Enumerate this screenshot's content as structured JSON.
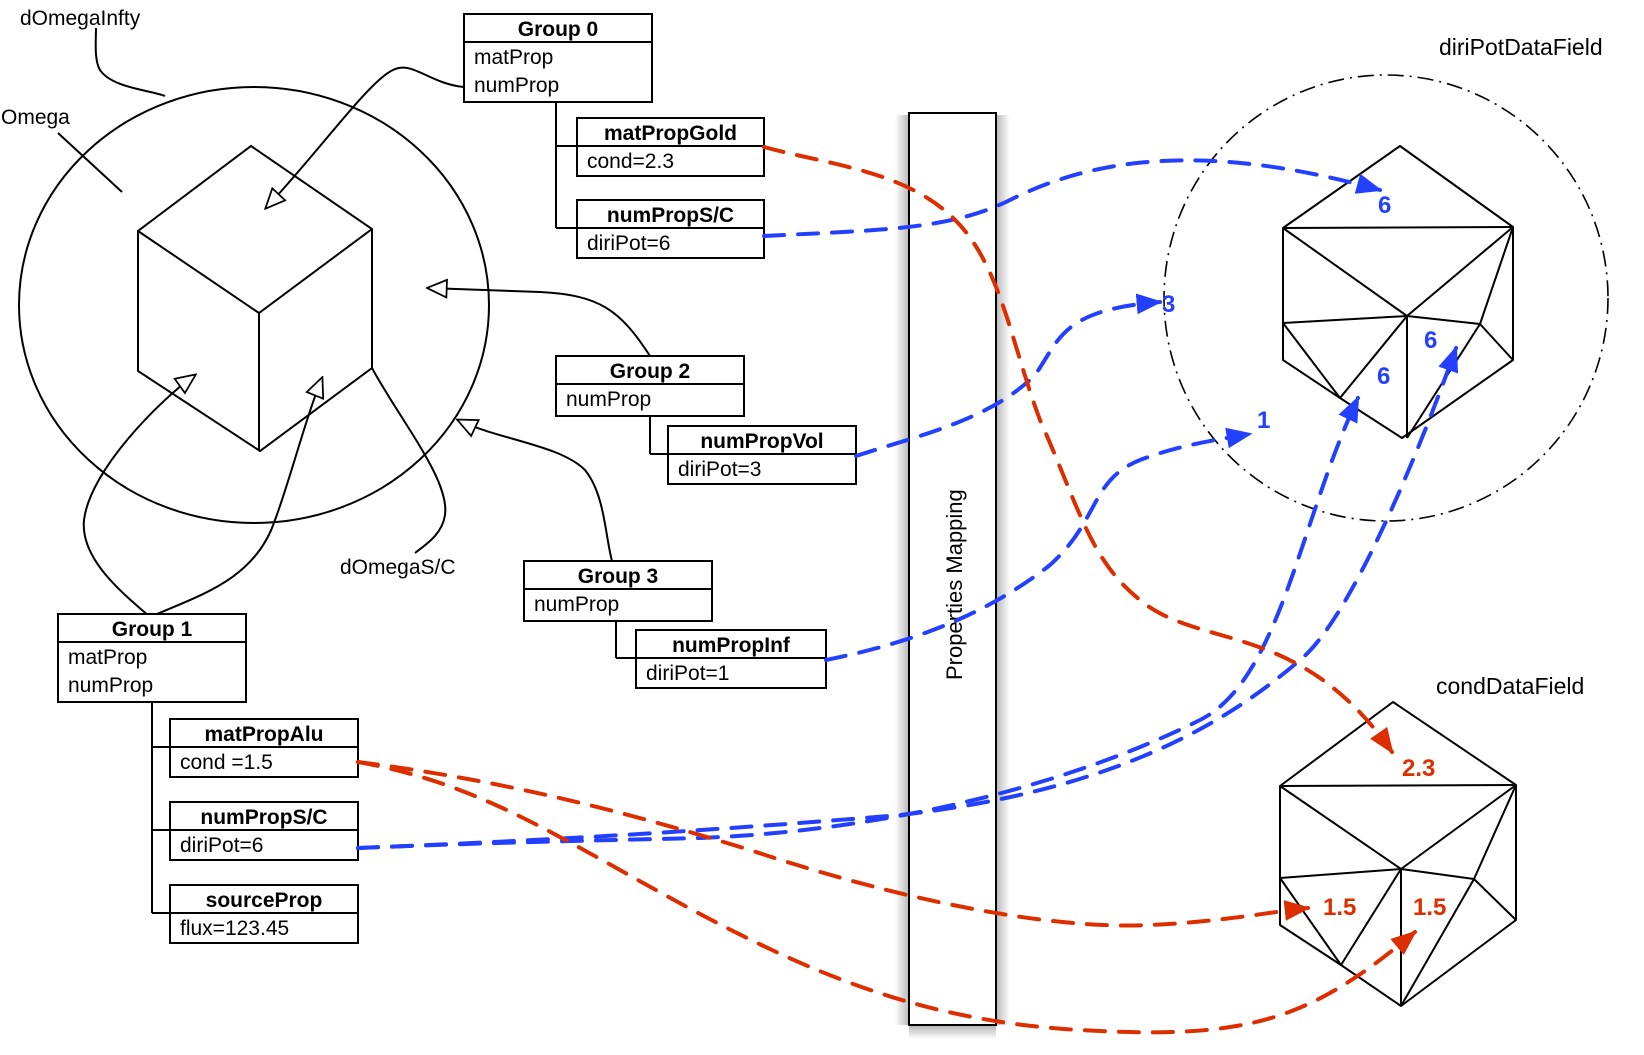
{
  "colors": {
    "cond_arrow": "#dd2e00",
    "diripot_arrow": "#2340ff",
    "line": "#000000"
  },
  "labels": {
    "domega_infty": "dOmegaInfty",
    "omega": "Omega",
    "domega_sc": "dOmegaS/C",
    "properties_mapping": "Properties Mapping",
    "diripot_datafield": "diriPotDataField",
    "cond_datafield": "condDataField"
  },
  "groups": [
    {
      "name": "Group 0",
      "rows": [
        "matProp",
        "numProp"
      ],
      "props": [
        {
          "name": "matPropGold",
          "value": "cond=2.3",
          "kind": "cond"
        },
        {
          "name": "numPropS/C",
          "value": "diriPot=6",
          "kind": "diripot"
        }
      ]
    },
    {
      "name": "Group 1",
      "rows": [
        "matProp",
        "numProp"
      ],
      "props": [
        {
          "name": "matPropAlu",
          "value": "cond =1.5",
          "kind": "cond"
        },
        {
          "name": "numPropS/C",
          "value": "diriPot=6",
          "kind": "diripot"
        },
        {
          "name": "sourceProp",
          "value": "flux=123.45",
          "kind": "source"
        }
      ]
    },
    {
      "name": "Group 2",
      "rows": [
        "numProp"
      ],
      "props": [
        {
          "name": "numPropVol",
          "value": "diriPot=3",
          "kind": "diripot"
        }
      ]
    },
    {
      "name": "Group 3",
      "rows": [
        "numProp"
      ],
      "props": [
        {
          "name": "numPropInf",
          "value": "diriPot=1",
          "kind": "diripot"
        }
      ]
    }
  ],
  "diripot_values": [
    "6",
    "3",
    "1",
    "6",
    "6"
  ],
  "cond_values": [
    "2.3",
    "1.5",
    "1.5"
  ]
}
